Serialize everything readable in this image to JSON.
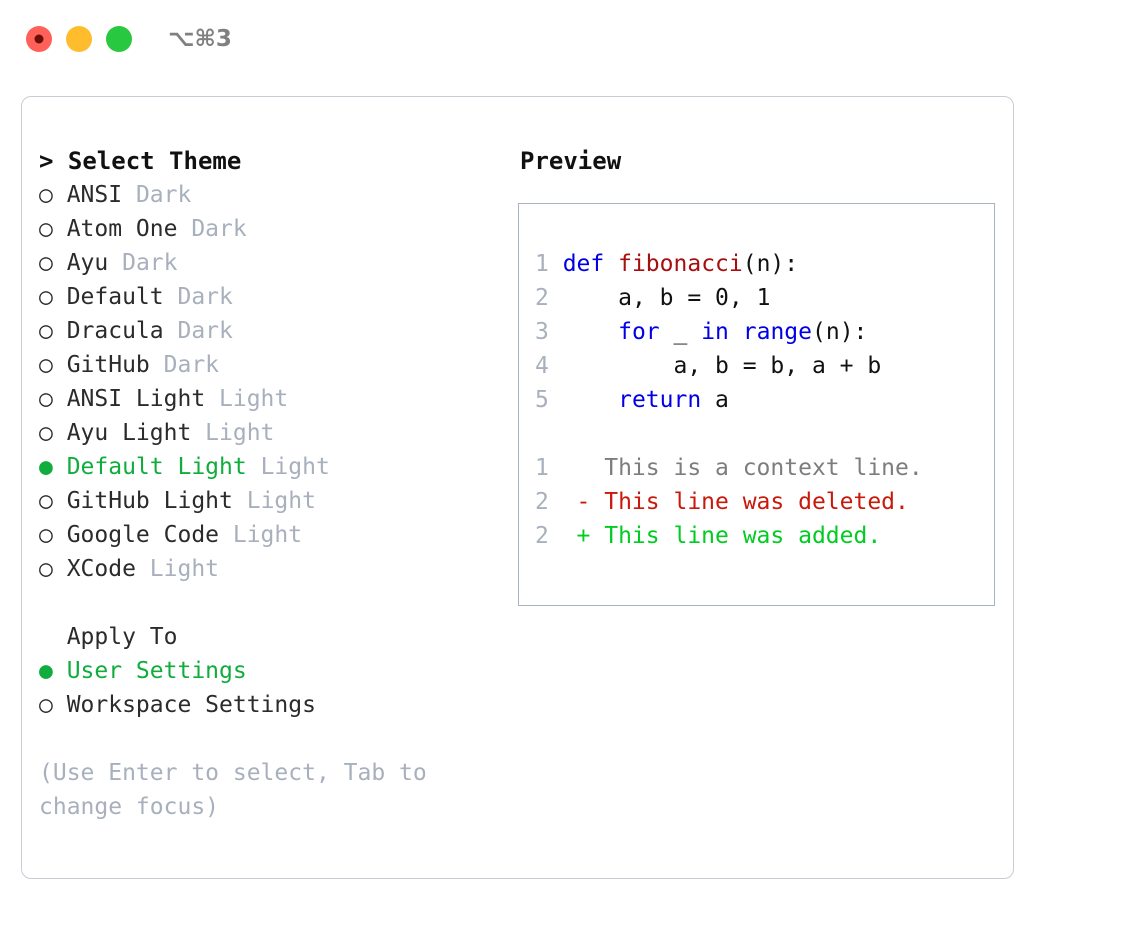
{
  "window": {
    "shortcut": "⌥⌘3",
    "traffic_lights": [
      {
        "name": "close",
        "color": "#ff6159"
      },
      {
        "name": "minimize",
        "color": "#ffbd2e"
      },
      {
        "name": "maximize",
        "color": "#28c840"
      }
    ]
  },
  "colors": {
    "accent_green": "#10ad3e",
    "muted": "#a8b0bd",
    "keyword_blue": "#0000e6",
    "function_red": "#a50f0f",
    "diff_deleted": "#c8190b",
    "diff_added": "#00cc22",
    "border": "#a9b2c0"
  },
  "theme_list": {
    "header": "> Select Theme",
    "items": [
      {
        "marker": "○",
        "label": "ANSI",
        "tag": "Dark",
        "selected": false
      },
      {
        "marker": "○",
        "label": "Atom One",
        "tag": "Dark",
        "selected": false
      },
      {
        "marker": "○",
        "label": "Ayu",
        "tag": "Dark",
        "selected": false
      },
      {
        "marker": "○",
        "label": "Default",
        "tag": "Dark",
        "selected": false
      },
      {
        "marker": "○",
        "label": "Dracula",
        "tag": "Dark",
        "selected": false
      },
      {
        "marker": "○",
        "label": "GitHub",
        "tag": "Dark",
        "selected": false
      },
      {
        "marker": "○",
        "label": "ANSI Light",
        "tag": "Light",
        "selected": false
      },
      {
        "marker": "○",
        "label": "Ayu Light",
        "tag": "Light",
        "selected": false
      },
      {
        "marker": "●",
        "label": "Default Light",
        "tag": "Light",
        "selected": true
      },
      {
        "marker": "○",
        "label": "GitHub Light",
        "tag": "Light",
        "selected": false
      },
      {
        "marker": "○",
        "label": "Google Code",
        "tag": "Light",
        "selected": false
      },
      {
        "marker": "○",
        "label": "XCode",
        "tag": "Light",
        "selected": false
      }
    ]
  },
  "apply_to": {
    "header": "  Apply To",
    "items": [
      {
        "marker": "●",
        "label": "User Settings",
        "selected": true
      },
      {
        "marker": "○",
        "label": "Workspace Settings",
        "selected": false
      }
    ]
  },
  "hint": "(Use Enter to select, Tab to change focus)",
  "preview": {
    "title": "Preview",
    "code_lines": [
      {
        "no": "1",
        "tokens": [
          {
            "t": "def",
            "c": "kw"
          },
          {
            "t": " ",
            "c": "pl"
          },
          {
            "t": "fibonacci",
            "c": "fn"
          },
          {
            "t": "(n):",
            "c": "pl"
          }
        ]
      },
      {
        "no": "2",
        "tokens": [
          {
            "t": "    a, b = 0, 1",
            "c": "pl"
          }
        ]
      },
      {
        "no": "3",
        "tokens": [
          {
            "t": "    ",
            "c": "pl"
          },
          {
            "t": "for",
            "c": "kw"
          },
          {
            "t": " _ ",
            "c": "pl"
          },
          {
            "t": "in",
            "c": "kw"
          },
          {
            "t": " ",
            "c": "pl"
          },
          {
            "t": "range",
            "c": "kw"
          },
          {
            "t": "(n):",
            "c": "pl"
          }
        ]
      },
      {
        "no": "4",
        "tokens": [
          {
            "t": "        a, b = b, a + b",
            "c": "pl"
          }
        ]
      },
      {
        "no": "5",
        "tokens": [
          {
            "t": "    ",
            "c": "pl"
          },
          {
            "t": "return",
            "c": "kw"
          },
          {
            "t": " a",
            "c": "pl"
          }
        ]
      }
    ],
    "diff_lines": [
      {
        "no": "1",
        "sign": " ",
        "text": "This is a context line.",
        "kind": "ctx"
      },
      {
        "no": "2",
        "sign": "-",
        "text": "This line was deleted.",
        "kind": "del"
      },
      {
        "no": "2",
        "sign": "+",
        "text": "This line was added.",
        "kind": "add"
      }
    ]
  }
}
